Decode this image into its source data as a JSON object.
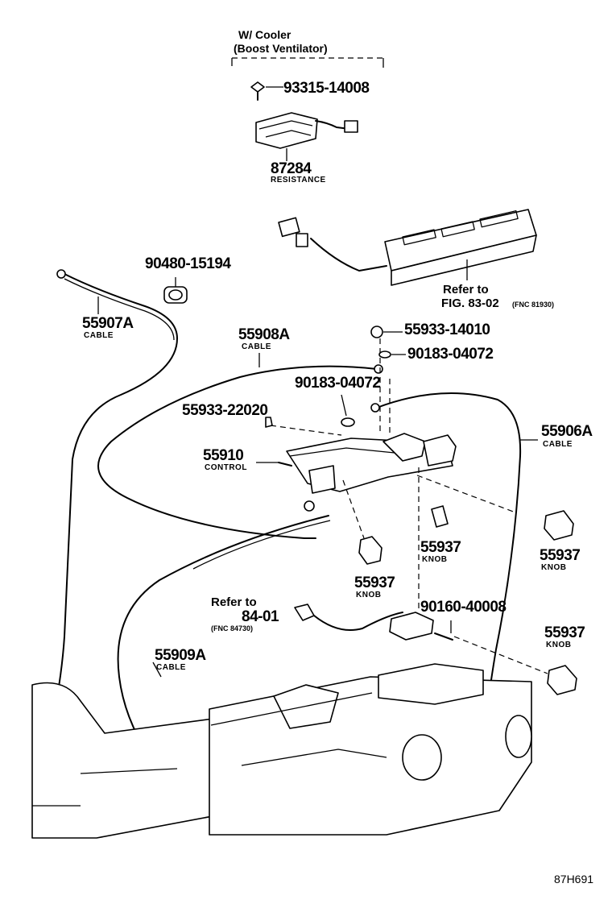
{
  "header": {
    "line1": "W/ Cooler",
    "line2": "(Boost Ventilator)"
  },
  "parts": [
    {
      "number": "93315-14008"
    },
    {
      "number": "87284",
      "name": "RESISTANCE"
    },
    {
      "number": "90480-15194"
    },
    {
      "number": "55907A",
      "name": "CABLE"
    },
    {
      "number": "55908A",
      "name": "CABLE"
    },
    {
      "number": "55933-14010"
    },
    {
      "number": "90183-04072"
    },
    {
      "number": "90183-04072"
    },
    {
      "number": "55933-22020"
    },
    {
      "number": "55910",
      "name": "CONTROL"
    },
    {
      "number": "55906A",
      "name": "CABLE"
    },
    {
      "number": "55937",
      "name": "KNOB"
    },
    {
      "number": "55937",
      "name": "KNOB"
    },
    {
      "number": "55937",
      "name": "KNOB"
    },
    {
      "number": "90160-40008"
    },
    {
      "number": "55937",
      "name": "KNOB"
    },
    {
      "number": "55909A",
      "name": "CABLE"
    }
  ],
  "references": [
    {
      "line1": "Refer to",
      "line2": "FIG. 83-02",
      "fnc": "(FNC 81930)"
    },
    {
      "line1": "Refer to",
      "line2": "84-01",
      "fnc": "(FNC 84730)"
    }
  ],
  "figure_code": "87H691"
}
